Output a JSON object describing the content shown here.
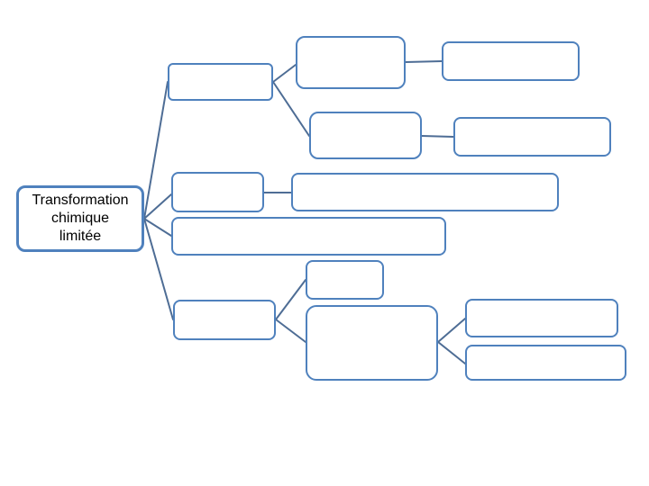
{
  "diagram": {
    "root": {
      "label": "Transformation chimique limitée",
      "lines": [
        "Transformation",
        "chimique",
        "limitée"
      ]
    },
    "nodes": [
      {
        "id": "root",
        "label": "Transformation chimique limitée"
      },
      {
        "id": "branch-top",
        "label": ""
      },
      {
        "id": "top-sub1",
        "label": ""
      },
      {
        "id": "top-sub1-leaf",
        "label": ""
      },
      {
        "id": "top-sub2",
        "label": ""
      },
      {
        "id": "top-sub2-leaf",
        "label": ""
      },
      {
        "id": "middle-1",
        "label": ""
      },
      {
        "id": "middle-1-leaf",
        "label": ""
      },
      {
        "id": "middle-2",
        "label": ""
      },
      {
        "id": "branch-bottom",
        "label": ""
      },
      {
        "id": "bottom-sub1",
        "label": ""
      },
      {
        "id": "bottom-sub2",
        "label": ""
      },
      {
        "id": "bottom-sub2-leaf1",
        "label": ""
      },
      {
        "id": "bottom-sub2-leaf2",
        "label": ""
      }
    ],
    "colors": {
      "box_border": "#4f81bd",
      "connector": "#4e6d95",
      "box_fill": "#ffffff",
      "text": "#000000",
      "background": "#ffffff"
    }
  }
}
